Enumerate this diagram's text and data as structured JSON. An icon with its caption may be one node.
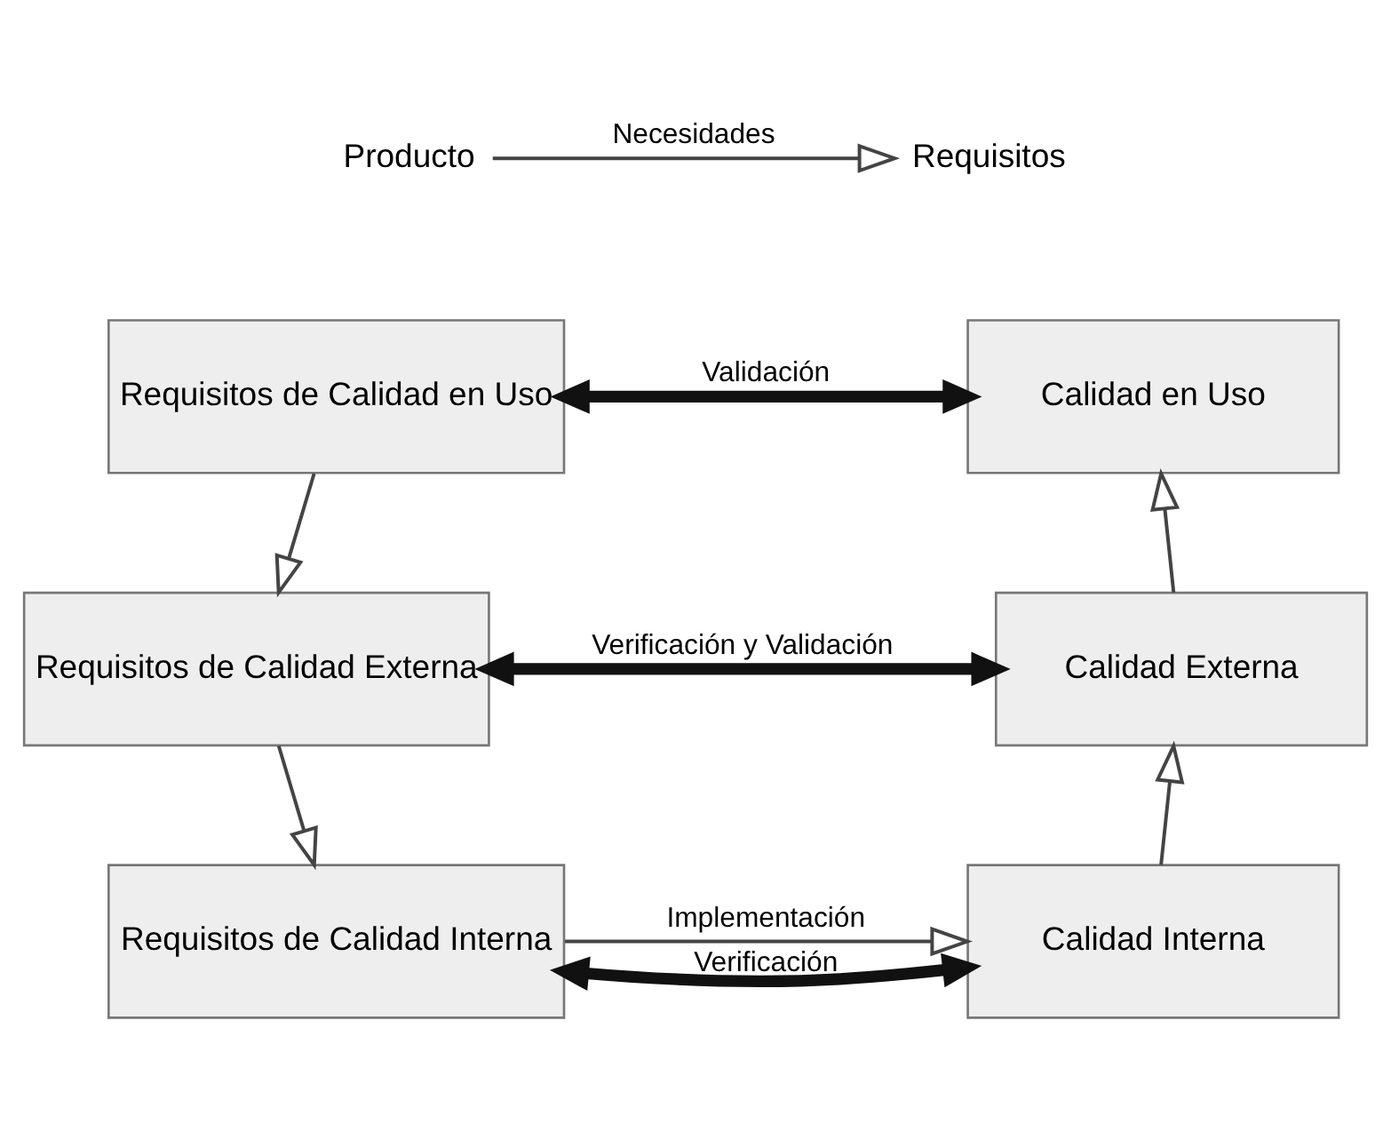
{
  "diagram": {
    "nodes": [
      {
        "text": [
          "Requisitos de Calidad en Uso"
        ]
      },
      {
        "text": [
          "Calidad en Uso"
        ]
      },
      {
        "text": [
          "Requisitos de Calidad Externa"
        ]
      },
      {
        "text": [
          "Calidad Externa"
        ]
      },
      {
        "text": [
          "Requisitos de Calidad Interna"
        ]
      },
      {
        "text": [
          "Calidad Interna"
        ]
      },
      {
        "text": [
          "Requisitos"
        ]
      },
      {
        "text": [
          "Producto"
        ]
      }
    ],
    "edges": [
      {
        "from": 7,
        "to": 6,
        "arrow": "to",
        "label": "Necesidades"
      },
      {
        "from": 0,
        "to": 1,
        "arrow": "both",
        "label": "Validación",
        "style": "thick"
      },
      {
        "from": 0,
        "to": 2,
        "arrow": "to"
      },
      {
        "from": 3,
        "to": 1,
        "arrow": "to"
      },
      {
        "from": 2,
        "to": 3,
        "arrow": "both",
        "label": "Verificación y Validación",
        "style": "thick"
      },
      {
        "from": 2,
        "to": 4,
        "arrow": "to"
      },
      {
        "from": 5,
        "to": 3,
        "arrow": "to"
      },
      {
        "from": 4,
        "to": 5,
        "arrow": "both",
        "label": "Verificación",
        "style": "thick"
      },
      {
        "from": 4,
        "to": 5,
        "arrow": "to",
        "label": "Implementación"
      }
    ]
  }
}
